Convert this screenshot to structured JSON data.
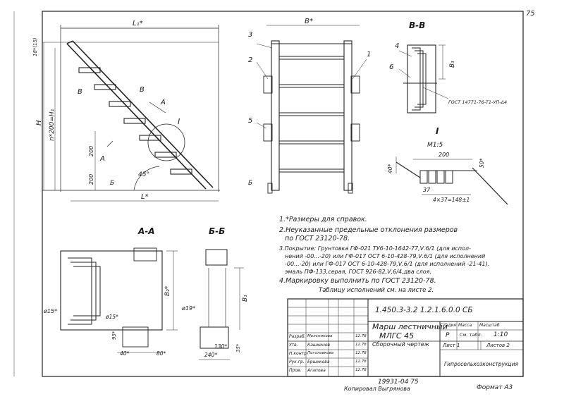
{
  "sheet_number": "75",
  "views": {
    "main": {
      "dim_L1": "L₁*",
      "dim_L": "L*",
      "dim_H": "H",
      "dim_nH1": "n*200=H₁",
      "dim_top": "18*(15)",
      "step_a": "200",
      "step_b": "200",
      "angle": "45°",
      "marker_I": "I",
      "cut_V": "В",
      "cut_A": "А",
      "cut_B": "Б"
    },
    "front": {
      "dim_B": "B*",
      "callouts": [
        "3",
        "2",
        "5",
        "1"
      ]
    },
    "section_VV": {
      "title": "В-В",
      "callouts": [
        "4",
        "6"
      ],
      "dim_B3": "B₃",
      "gost": "ГОСТ 14771-76-Т1-УП-Δ4"
    },
    "detail_I": {
      "title": "I",
      "scale": "М1:5",
      "dim_200": "200",
      "dim_40": "40*",
      "dim_50": "50*",
      "dim_37": "37",
      "dim_chain": "4×37=148±1"
    },
    "section_AA": {
      "title": "А-А",
      "dim_15": "ø15*",
      "dim_B2": "B₂*"
    },
    "section_BB": {
      "title": "Б-Б",
      "dim_19": "ø19*",
      "dim_B1": "B₁"
    },
    "small_parts": {
      "dim_15": "ø15*",
      "dim_95": "95*",
      "dim_40": "40*",
      "dim_80": "80*",
      "dim_130": "130*",
      "dim_240": "240*",
      "dim_35": "35*"
    }
  },
  "notes": [
    "1.*Размеры для справок.",
    "2.Неуказанные предельные отклонения размеров",
    "по ГОСТ 23120-78.",
    "3.Покрытие: Грунтовка ГФ-021 ТУ6-10-1642-77,Ⅴ.6/1 (для испол-",
    "нений -00...-20) или ГФ-017 ОСТ 6-10-428-79,Ⅴ.6/1 (для исполнений",
    "-00...-20) или ГФ-017 ОСТ 6-10-428-79,Ⅴ.6/1 (для исполнений -21-41).",
    "эмаль ПФ-133,серая, ГОСТ 926-82,Ⅴ,6/4,два слоя.",
    "4.Маркировку выполнить по ГОСТ 23120-78."
  ],
  "table_note": "Таблицу исполнений см. на листе 2.",
  "title_block": {
    "code": "1.450.3-3.2  1.2.1.6.0.0 СБ",
    "title_line1": "Марш лестничный",
    "title_line2": "МЛГС 45",
    "title_line3": "Сборочный чертеж",
    "stage_label": "Стадия",
    "mass_label": "Масса",
    "scale_label": "Масштаб",
    "stage_value": "Р",
    "mass_value": "См. табл.",
    "scale_value": "1:10",
    "sheet_label": "Лист 1",
    "sheets_label": "Листов 2",
    "org": "Гипросельхозконструкция",
    "signatures": [
      {
        "role": "Утв.",
        "name": "Кашкинов",
        "date": "12.78"
      },
      {
        "role": "Н.контр.",
        "name": "Поголовкова",
        "date": "12.78"
      },
      {
        "role": "Рук.гр.",
        "name": "Ершикова",
        "date": "12.78"
      },
      {
        "role": "Пров.",
        "name": "Агапова",
        "date": "12.78"
      },
      {
        "role": "Разраб.",
        "name": "Мельникова",
        "date": "12.78"
      }
    ]
  },
  "stamp_number": "19931-04  75",
  "copied_by": "Копировал Выгрянова",
  "format": "Формат А3"
}
